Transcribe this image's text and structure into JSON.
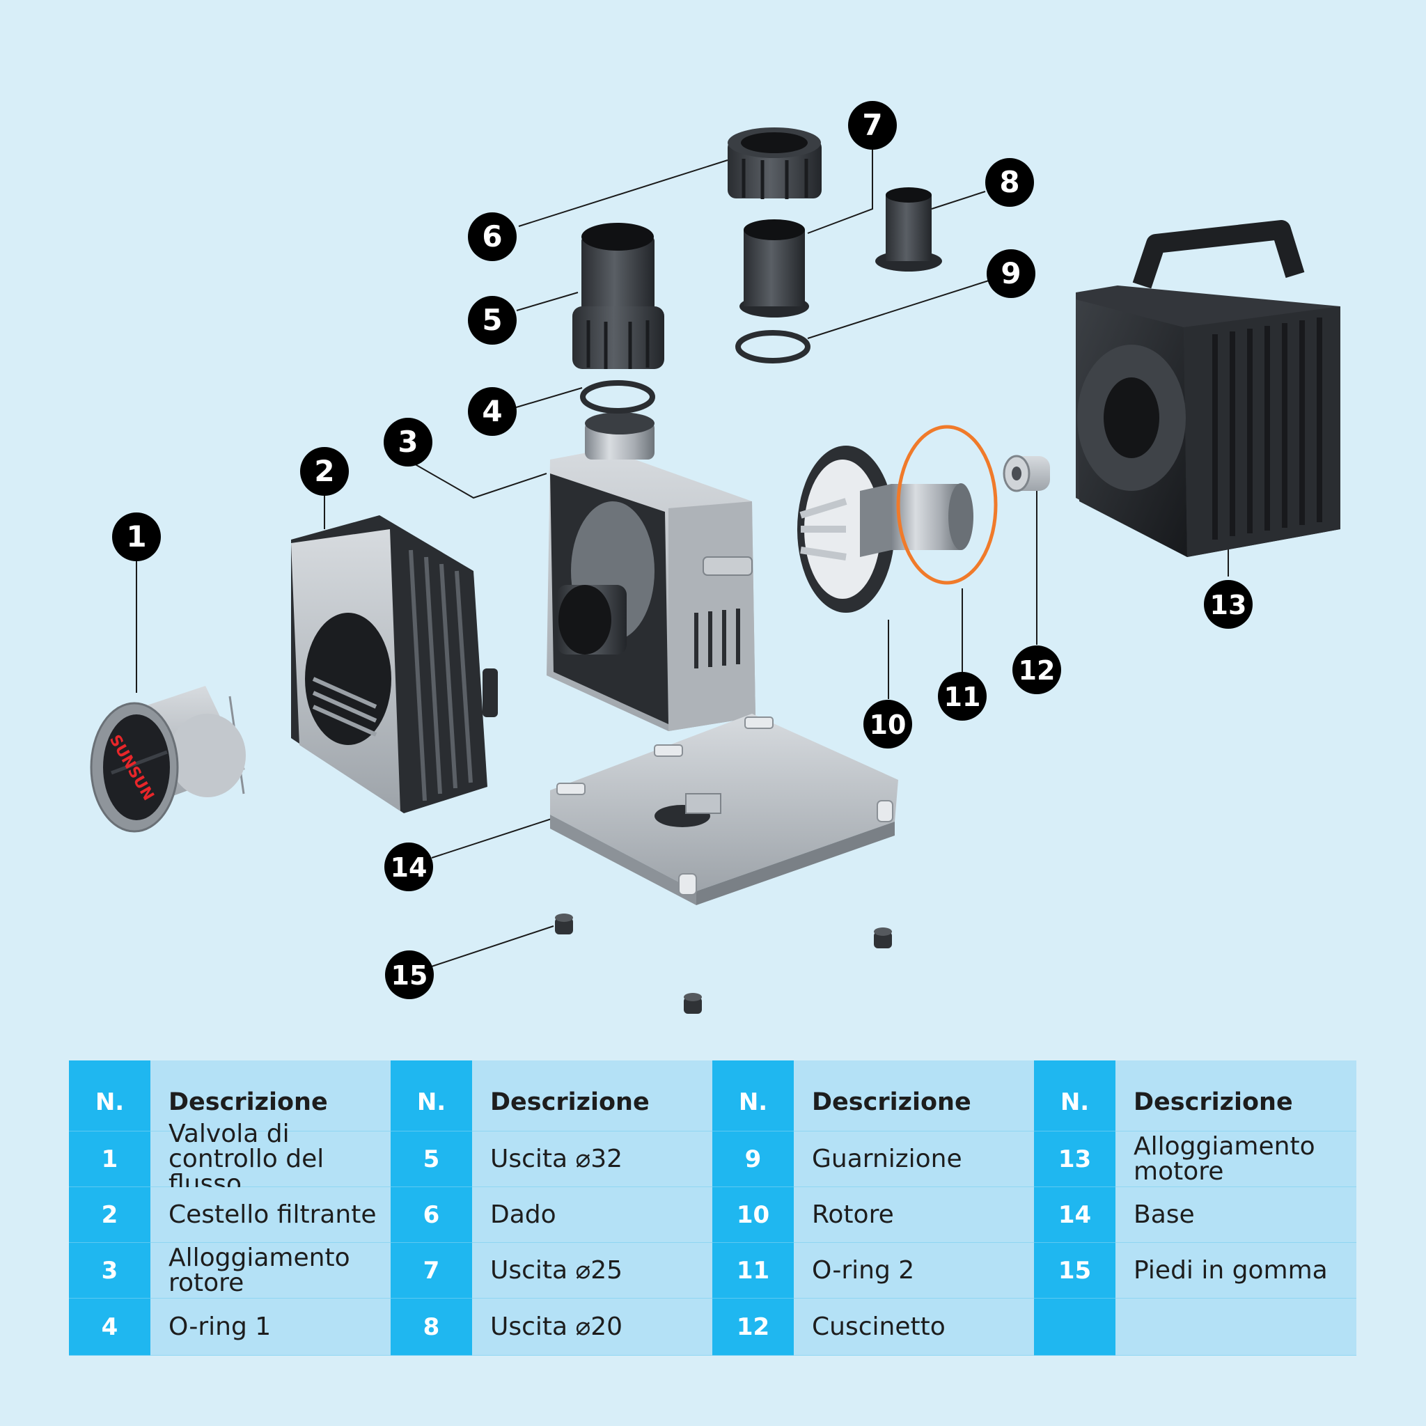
{
  "callouts": [
    {
      "n": "1"
    },
    {
      "n": "2"
    },
    {
      "n": "3"
    },
    {
      "n": "4"
    },
    {
      "n": "5"
    },
    {
      "n": "6"
    },
    {
      "n": "7"
    },
    {
      "n": "8"
    },
    {
      "n": "9"
    },
    {
      "n": "10"
    },
    {
      "n": "11"
    },
    {
      "n": "12"
    },
    {
      "n": "13"
    },
    {
      "n": "14"
    },
    {
      "n": "15"
    }
  ],
  "logo_text": "SUNSUN",
  "colors": {
    "background": "#d8eef8",
    "table_number_column": "#1fb7f0",
    "table_description_column": "#b4e1f6",
    "badge": "#000000",
    "o_ring_2": "#f07a2a",
    "logo": "#e8262a"
  },
  "table": {
    "header_number": "N.",
    "header_description": "Descrizione",
    "columns": [
      {
        "rows": [
          {
            "n": "1",
            "desc": "Valvola di controllo del flusso"
          },
          {
            "n": "2",
            "desc": "Cestello filtrante"
          },
          {
            "n": "3",
            "desc": "Alloggiamento rotore"
          },
          {
            "n": "4",
            "desc": "O-ring 1"
          }
        ]
      },
      {
        "rows": [
          {
            "n": "5",
            "desc": "Uscita ⌀32"
          },
          {
            "n": "6",
            "desc": "Dado"
          },
          {
            "n": "7",
            "desc": "Uscita ⌀25"
          },
          {
            "n": "8",
            "desc": "Uscita ⌀20"
          }
        ]
      },
      {
        "rows": [
          {
            "n": "9",
            "desc": "Guarnizione"
          },
          {
            "n": "10",
            "desc": "Rotore"
          },
          {
            "n": "11",
            "desc": "O-ring 2"
          },
          {
            "n": "12",
            "desc": "Cuscinetto"
          }
        ]
      },
      {
        "rows": [
          {
            "n": "13",
            "desc": "Alloggiamento motore"
          },
          {
            "n": "14",
            "desc": "Base"
          },
          {
            "n": "15",
            "desc": "Piedi in gomma"
          },
          {
            "n": "",
            "desc": ""
          }
        ]
      }
    ]
  }
}
